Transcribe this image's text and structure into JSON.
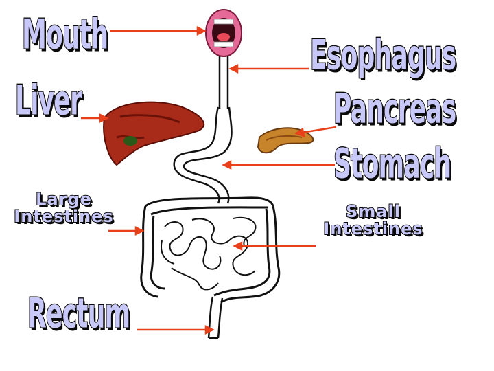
{
  "labels": {
    "mouth": "Mouth",
    "esophagus": "Esophagus",
    "liver": "Liver",
    "pancreas": "Pancreas",
    "stomach": "Stomach",
    "large_intestines": [
      "Large",
      "Intestines"
    ],
    "small_intestines": [
      "Small",
      "Intestines"
    ],
    "rectum": "Rectum"
  },
  "colors": {
    "label_fill": "#c8c8f8",
    "label_outline": "#0a0a0a",
    "arrow": "#e8401a",
    "liver": "#a82a18",
    "mouth": "#e05a8a",
    "background": "#ffffff"
  }
}
